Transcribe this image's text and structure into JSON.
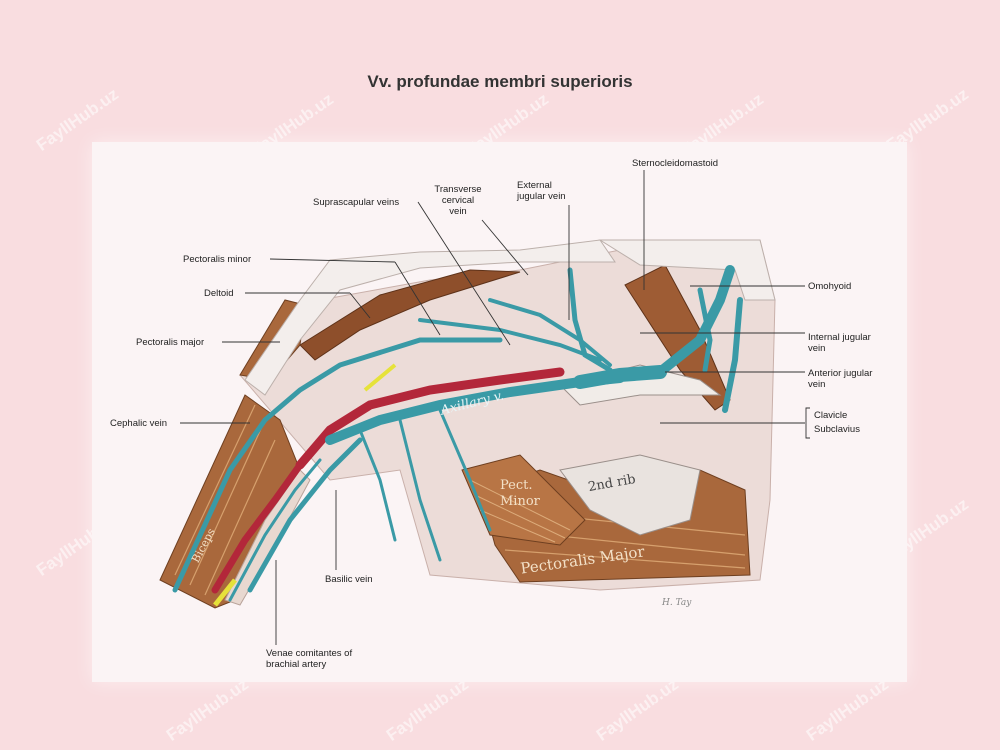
{
  "title": "Vv. profundae membri superioris",
  "watermark": "FayllHub.uz",
  "signature": "H. Tay",
  "colors": {
    "background": "#f9dde0",
    "vein": "#3a9aa6",
    "artery": "#b3273a",
    "muscle": "#a9683c",
    "nerve": "#e6e23a"
  },
  "labels": {
    "sternocleidomastoid": "Sternocleidomastoid",
    "transverse_cervical_vein": [
      "Transverse",
      "cervical",
      "vein"
    ],
    "external_jugular_vein": [
      "External",
      "jugular vein"
    ],
    "suprascapular_veins": "Suprascapular veins",
    "pectoralis_minor": "Pectoralis minor",
    "deltoid": "Deltoid",
    "pectoralis_major": "Pectoralis major",
    "cephalic_vein": "Cephalic vein",
    "basilic_vein": "Basilic vein",
    "venae_comitantes": [
      "Venae comitantes of",
      "brachial artery"
    ],
    "omohyoid": "Omohyoid",
    "internal_jugular_vein": [
      "Internal jugular",
      "vein"
    ],
    "anterior_jugular_vein": [
      "Anterior jugular",
      "vein"
    ],
    "clavicle": "Clavicle",
    "subclavius": "Subclavius"
  },
  "figure_text": {
    "axillary": "Axillary v.",
    "biceps": "Biceps",
    "pect_minor": [
      "Pect.",
      "Minor"
    ],
    "pectoralis_major_muscle": "Pectoralis Major",
    "second_rib": "2nd rib"
  }
}
